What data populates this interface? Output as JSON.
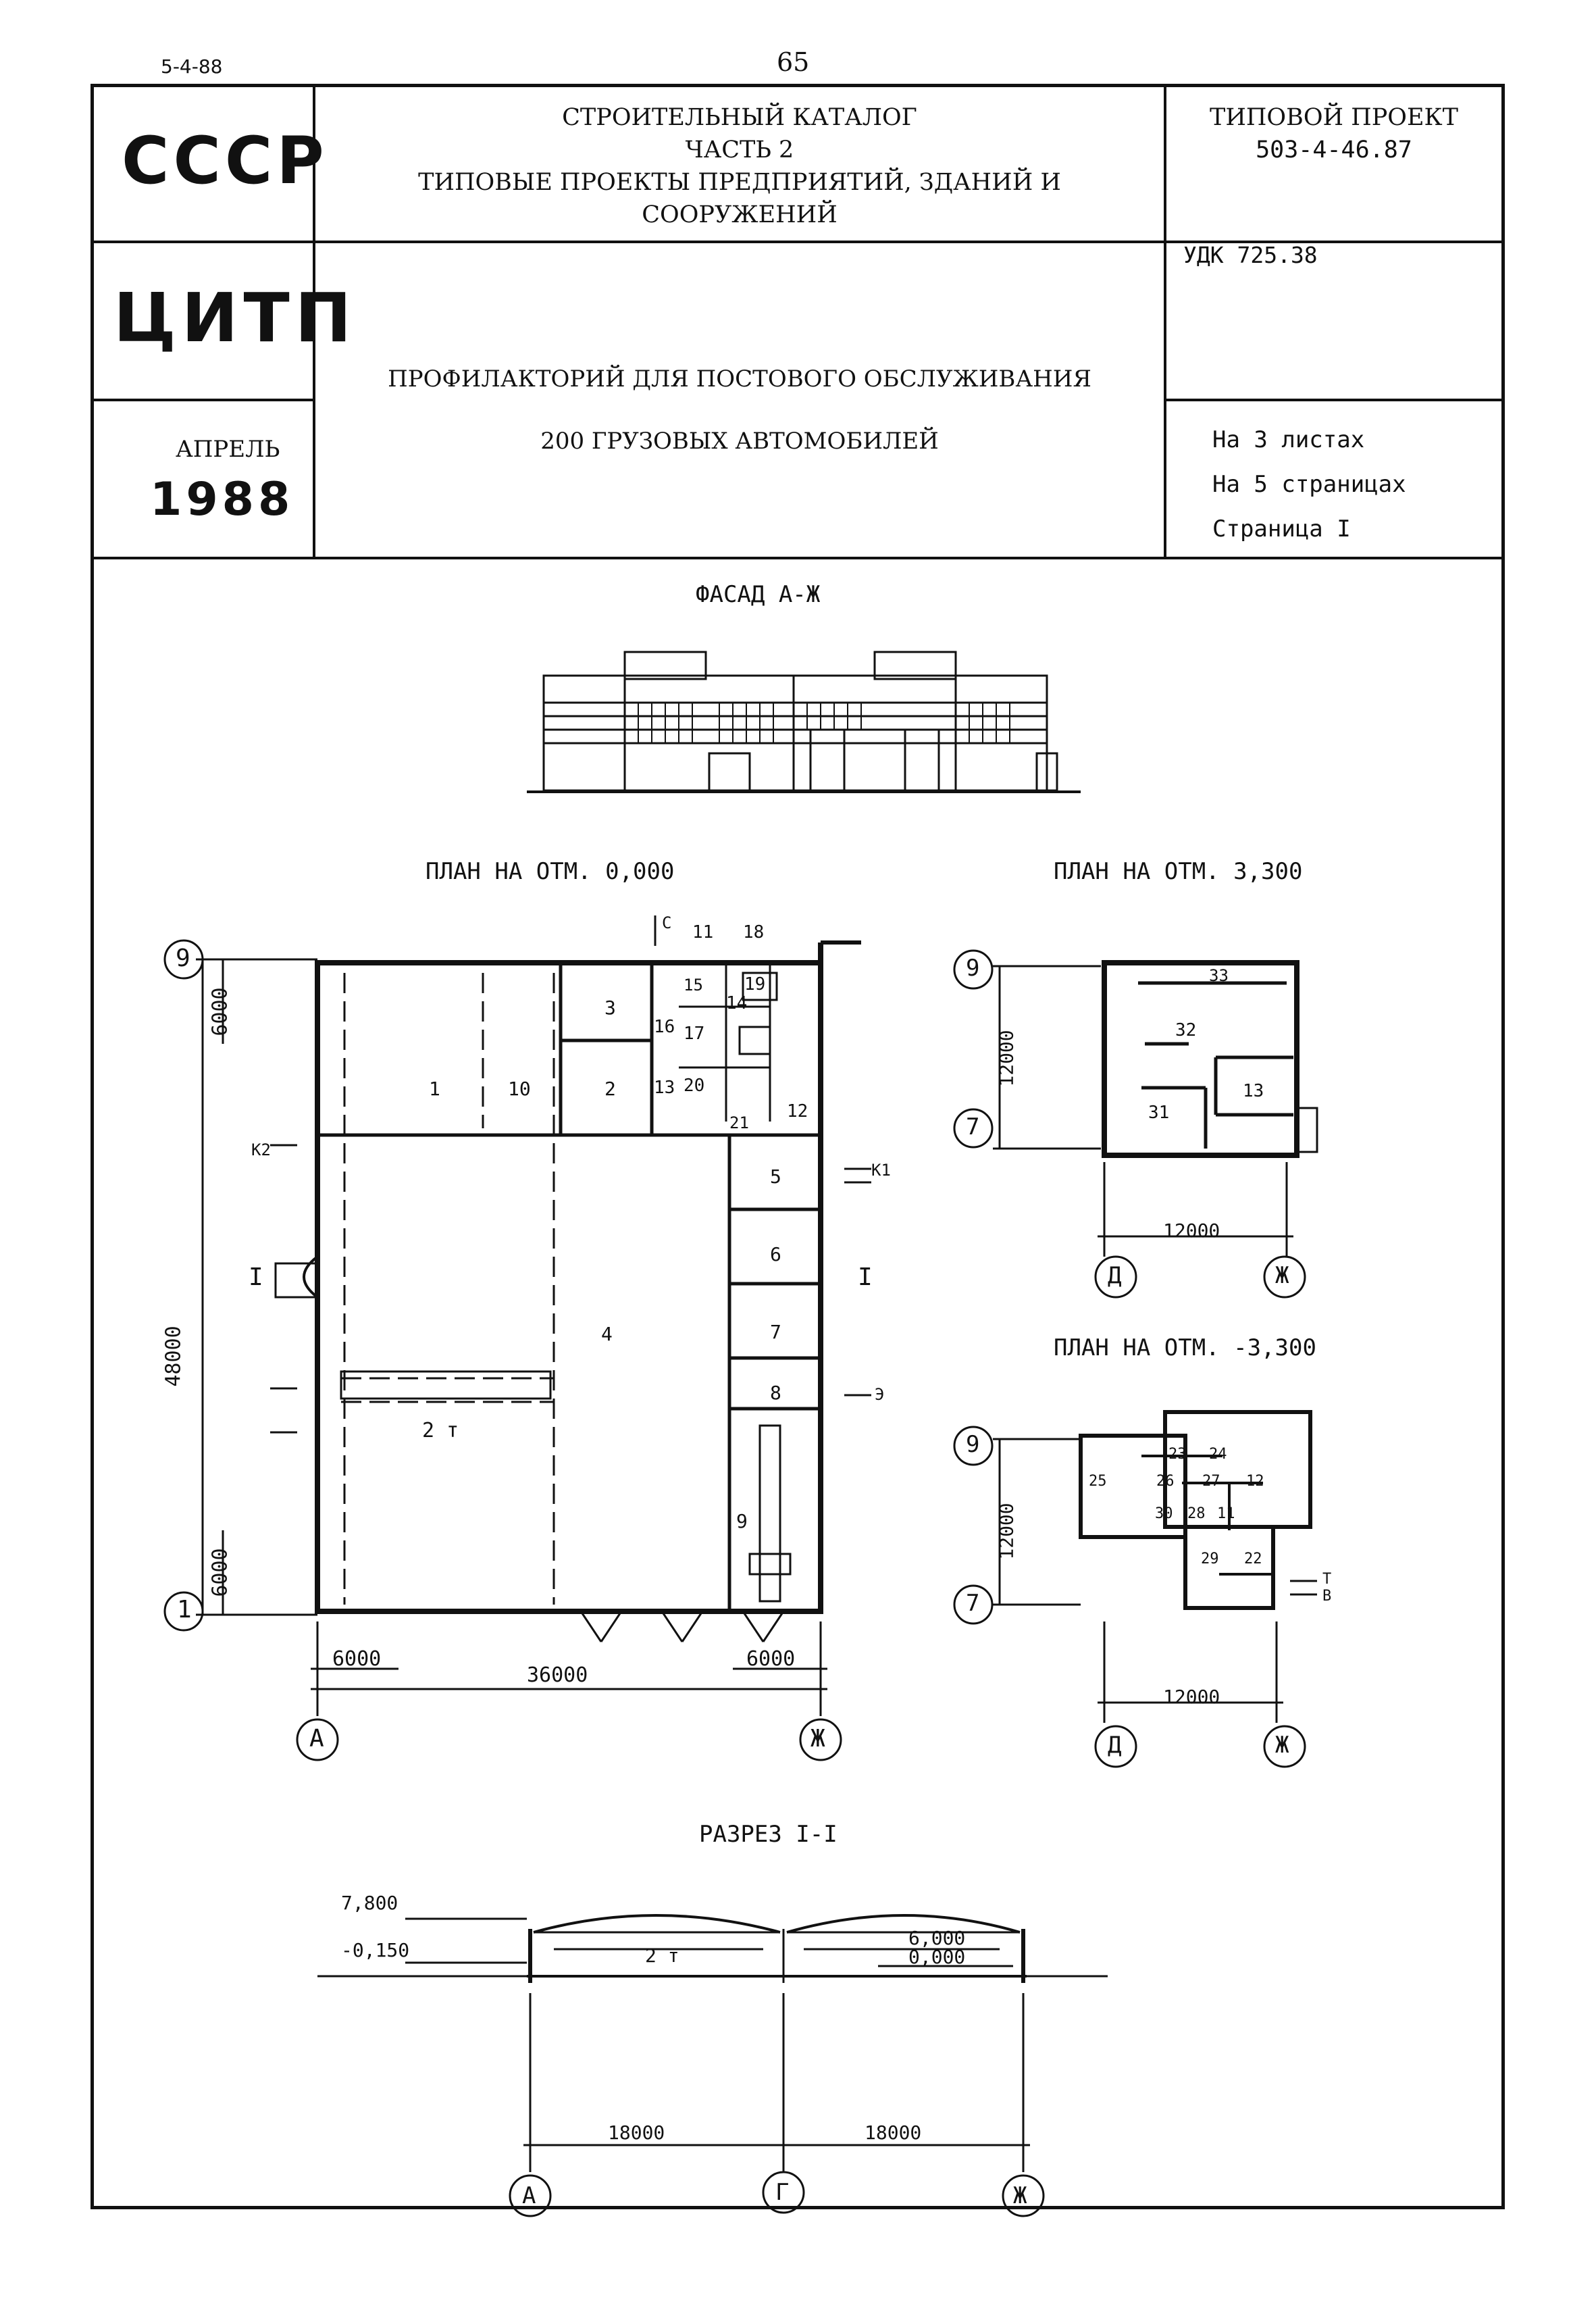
{
  "top": {
    "left_code": "5-4-88",
    "page_number": "65"
  },
  "header": {
    "country": "СССР",
    "catalog_line1": "СТРОИТЕЛЬНЫЙ КАТАЛОГ",
    "catalog_line2": "ЧАСТЬ 2",
    "catalog_line3": "ТИПОВЫЕ ПРОЕКТЫ ПРЕДПРИЯТИЙ, ЗДАНИЙ И СООРУЖЕНИЙ",
    "project_label": "ТИПОВОЙ ПРОЕКТ",
    "project_number": "503-4-46.87",
    "org": "ЦИТП",
    "udk": "УДК 725.38",
    "title_line1": "ПРОФИЛАКТОРИЙ ДЛЯ ПОСТОВОГО ОБСЛУЖИВАНИЯ",
    "title_line2": "200 ГРУЗОВЫХ АВТОМОБИЛЕЙ",
    "month": "АПРЕЛЬ",
    "year": "1988",
    "sheets": "На 3 листах",
    "pages": "На 5 страницах",
    "page_label": "Страница I"
  },
  "drawings": {
    "facade_title": "ФАСАД А-Ж",
    "plan0_title": "ПЛАН НА ОТМ. 0,000",
    "plan3_title": "ПЛАН НА ОТМ. 3,300",
    "planm3_title": "ПЛАН НА ОТМ. -3,300",
    "section_title": "РАЗРЕЗ I-I",
    "plan0": {
      "axis_9": "9",
      "axis_1": "1",
      "axis_a": "А",
      "axis_zh": "Ж",
      "dim_total_v": "48000",
      "dim_top": "6000",
      "dim_bottom": "6000",
      "dim_left": "6000",
      "dim_total_h": "36000",
      "dim_right": "6000",
      "crane": "2 т",
      "section_mark": "I",
      "rooms": [
        "1",
        "10",
        "3",
        "2",
        "4",
        "5",
        "6",
        "7",
        "8",
        "9",
        "11",
        "12",
        "13",
        "14",
        "15",
        "16",
        "17",
        "18",
        "19",
        "20",
        "21"
      ],
      "k1": "К1",
      "k2": "К2",
      "c": "С",
      "e": "Э"
    },
    "plan3": {
      "axis_9": "9",
      "axis_7": "7",
      "axis_d": "Д",
      "axis_zh": "Ж",
      "dim_v": "12000",
      "dim_h": "12000",
      "rooms": [
        "33",
        "32",
        "13",
        "31"
      ]
    },
    "planm3": {
      "axis_9": "9",
      "axis_7": "7",
      "axis_d": "Д",
      "axis_zh": "Ж",
      "dim_v": "12000",
      "dim_h": "12000",
      "rooms": [
        "23",
        "24",
        "25",
        "26",
        "27",
        "12",
        "30",
        "28",
        "11",
        "29",
        "22"
      ],
      "t": "Т",
      "v": "В"
    },
    "section": {
      "lvl_top": "7,800",
      "lvl_crane": "6,000",
      "lvl_zero": "0,000",
      "lvl_ground": "-0,150",
      "crane": "2 т",
      "span1": "18000",
      "span2": "18000",
      "axis_a": "А",
      "axis_g": "Г",
      "axis_zh": "Ж"
    }
  }
}
